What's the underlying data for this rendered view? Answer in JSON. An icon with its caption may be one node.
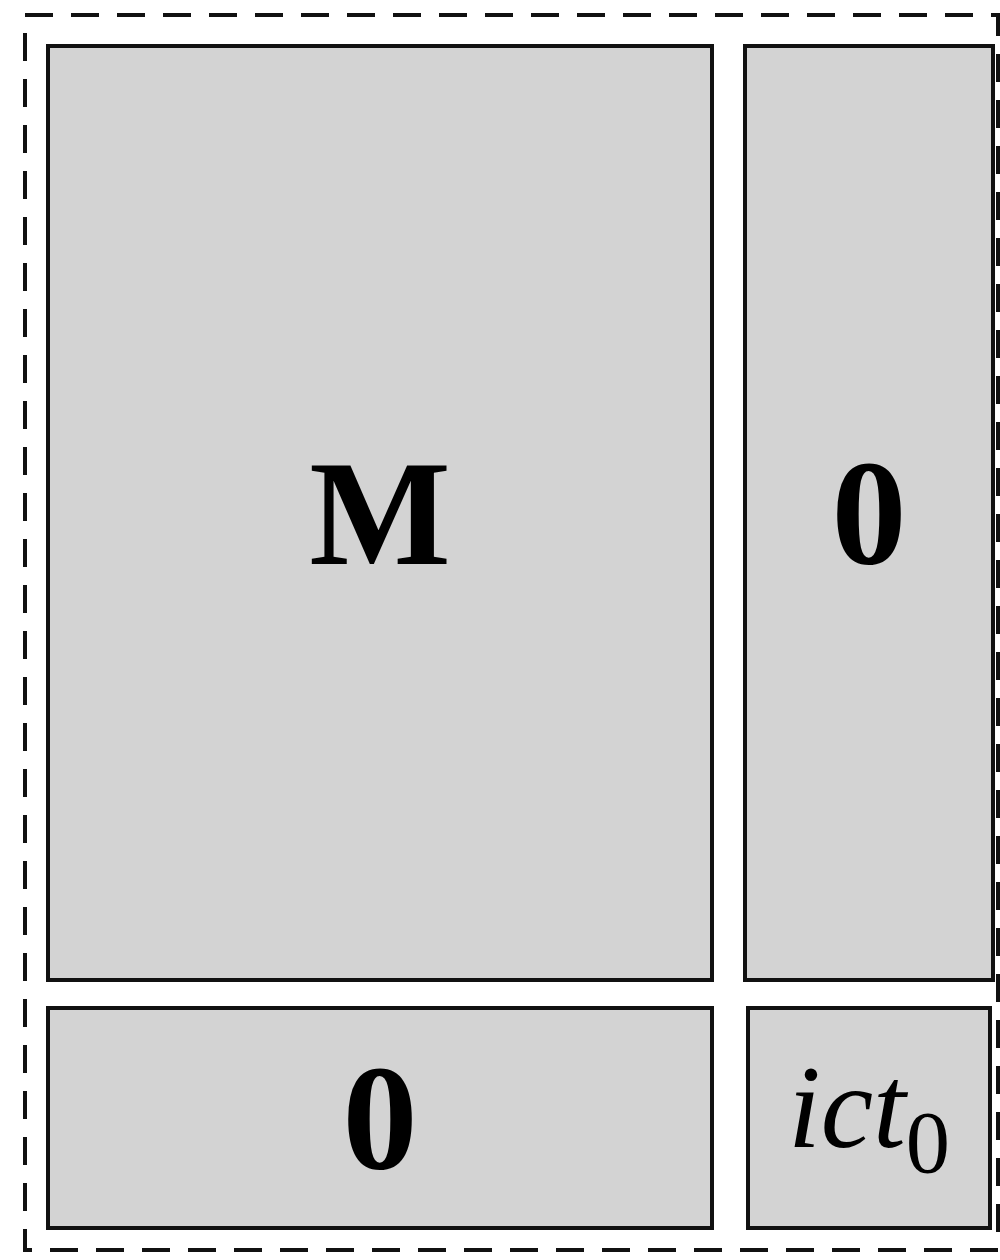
{
  "diagram": {
    "nodes": [
      {
        "text": [],
        "shape": "box"
      },
      {
        "text": [
          "M"
        ],
        "in": 0
      },
      {
        "text": [
          "0"
        ],
        "in": 0
      },
      {
        "text": [
          "0"
        ],
        "in": 0
      },
      {
        "text": [
          "*ict*$_{0}$"
        ],
        "in": 0
      }
    ]
  }
}
